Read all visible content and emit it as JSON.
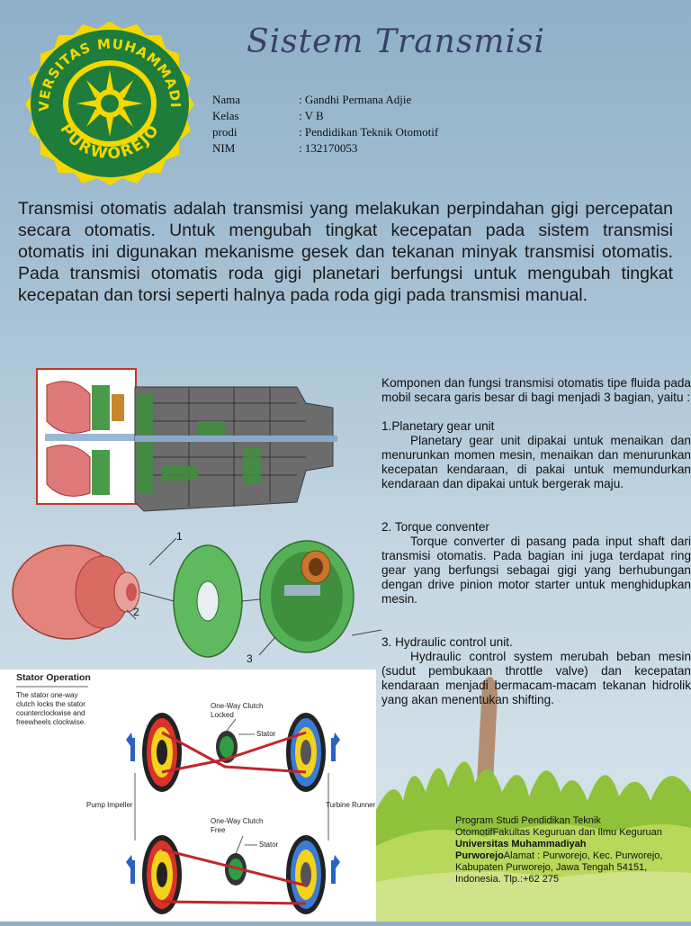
{
  "header": {
    "title": "Sistem Transmisi",
    "logo_text_top": "UNIVERSITAS MUHAMMADIYAH",
    "logo_text_bottom": "PURWOREJO"
  },
  "identity": [
    {
      "label": "Nama",
      "value": ": Gandhi Permana Adjie"
    },
    {
      "label": "Kelas",
      "value": ": V B"
    },
    {
      "label": "prodi",
      "value": ": Pendidikan Teknik Otomotif"
    },
    {
      "label": "NIM",
      "value": ": 132170053"
    }
  ],
  "intro": "Transmisi otomatis adalah transmisi yang melakukan perpindahan gigi percepatan secara otomatis. Untuk mengubah tingkat kecepatan pada sistem transmisi otomatis ini digunakan mekanisme gesek dan tekanan minyak transmisi otomatis. Pada transmisi otomatis roda gigi planetari berfungsi untuk mengubah tingkat kecepatan dan torsi seperti halnya pada roda gigi pada transmisi manual.",
  "components": {
    "lead": "Komponen dan fungsi transmisi otomatis tipe fluida pada mobil secara garis besar di bagi menjadi 3 bagian, yaitu :",
    "items": [
      {
        "heading": "1.Planetary gear unit",
        "text": "Planetary gear unit dipakai untuk menaikan dan menurunkan momen mesin, menaikan dan menurunkan kecepatan kendaraan, di pakai untuk memundurkan kendaraan dan dipakai untuk bergerak maju."
      },
      {
        "heading": "2. Torque conventer",
        "text": "Torque converter di pasang pada input shaft dari transmisi otomatis. Pada bagian ini juga terdapat ring gear yang berfungsi sebagai gigi yang berhubungan dengan drive pinion motor starter untuk menghidupkan mesin."
      },
      {
        "heading": "3. Hydraulic control unit.",
        "text": "Hydraulic control system merubah beban mesin (sudut pembukaan throttle valve) dan kecepatan kendaraan menjadi bermacam-macam tekanan hidrolik yang akan menentukan shifting."
      }
    ]
  },
  "exploded_labels": [
    "1",
    "2",
    "3"
  ],
  "stator": {
    "title": "Stator Operation",
    "desc": "The stator one-way clutch locks the stator counterclockwise and freewheels clockwise.",
    "clutch_locked": "One-Way Clutch Locked",
    "clutch_free": "One-Way Clutch Free",
    "stator_label": "Stator",
    "pump": "Pump Impeller",
    "turbine": "Turbine Runner"
  },
  "footer": {
    "line1": "Program Studi Pendidikan Teknik OtomotifFakultas Keguruan dan Ilmu Keguruan",
    "bold": "Universitas Muhammadiyah Purworejo",
    "line2": "Alamat : Purworejo, Kec. Purworejo, Kabupaten Purworejo, Jawa Tengah 54151, Indonesia. Tlp.:+62 275"
  },
  "colors": {
    "logo_green": "#1e7d3a",
    "logo_yellow": "#f5d800",
    "title": "#3a3f6a"
  }
}
